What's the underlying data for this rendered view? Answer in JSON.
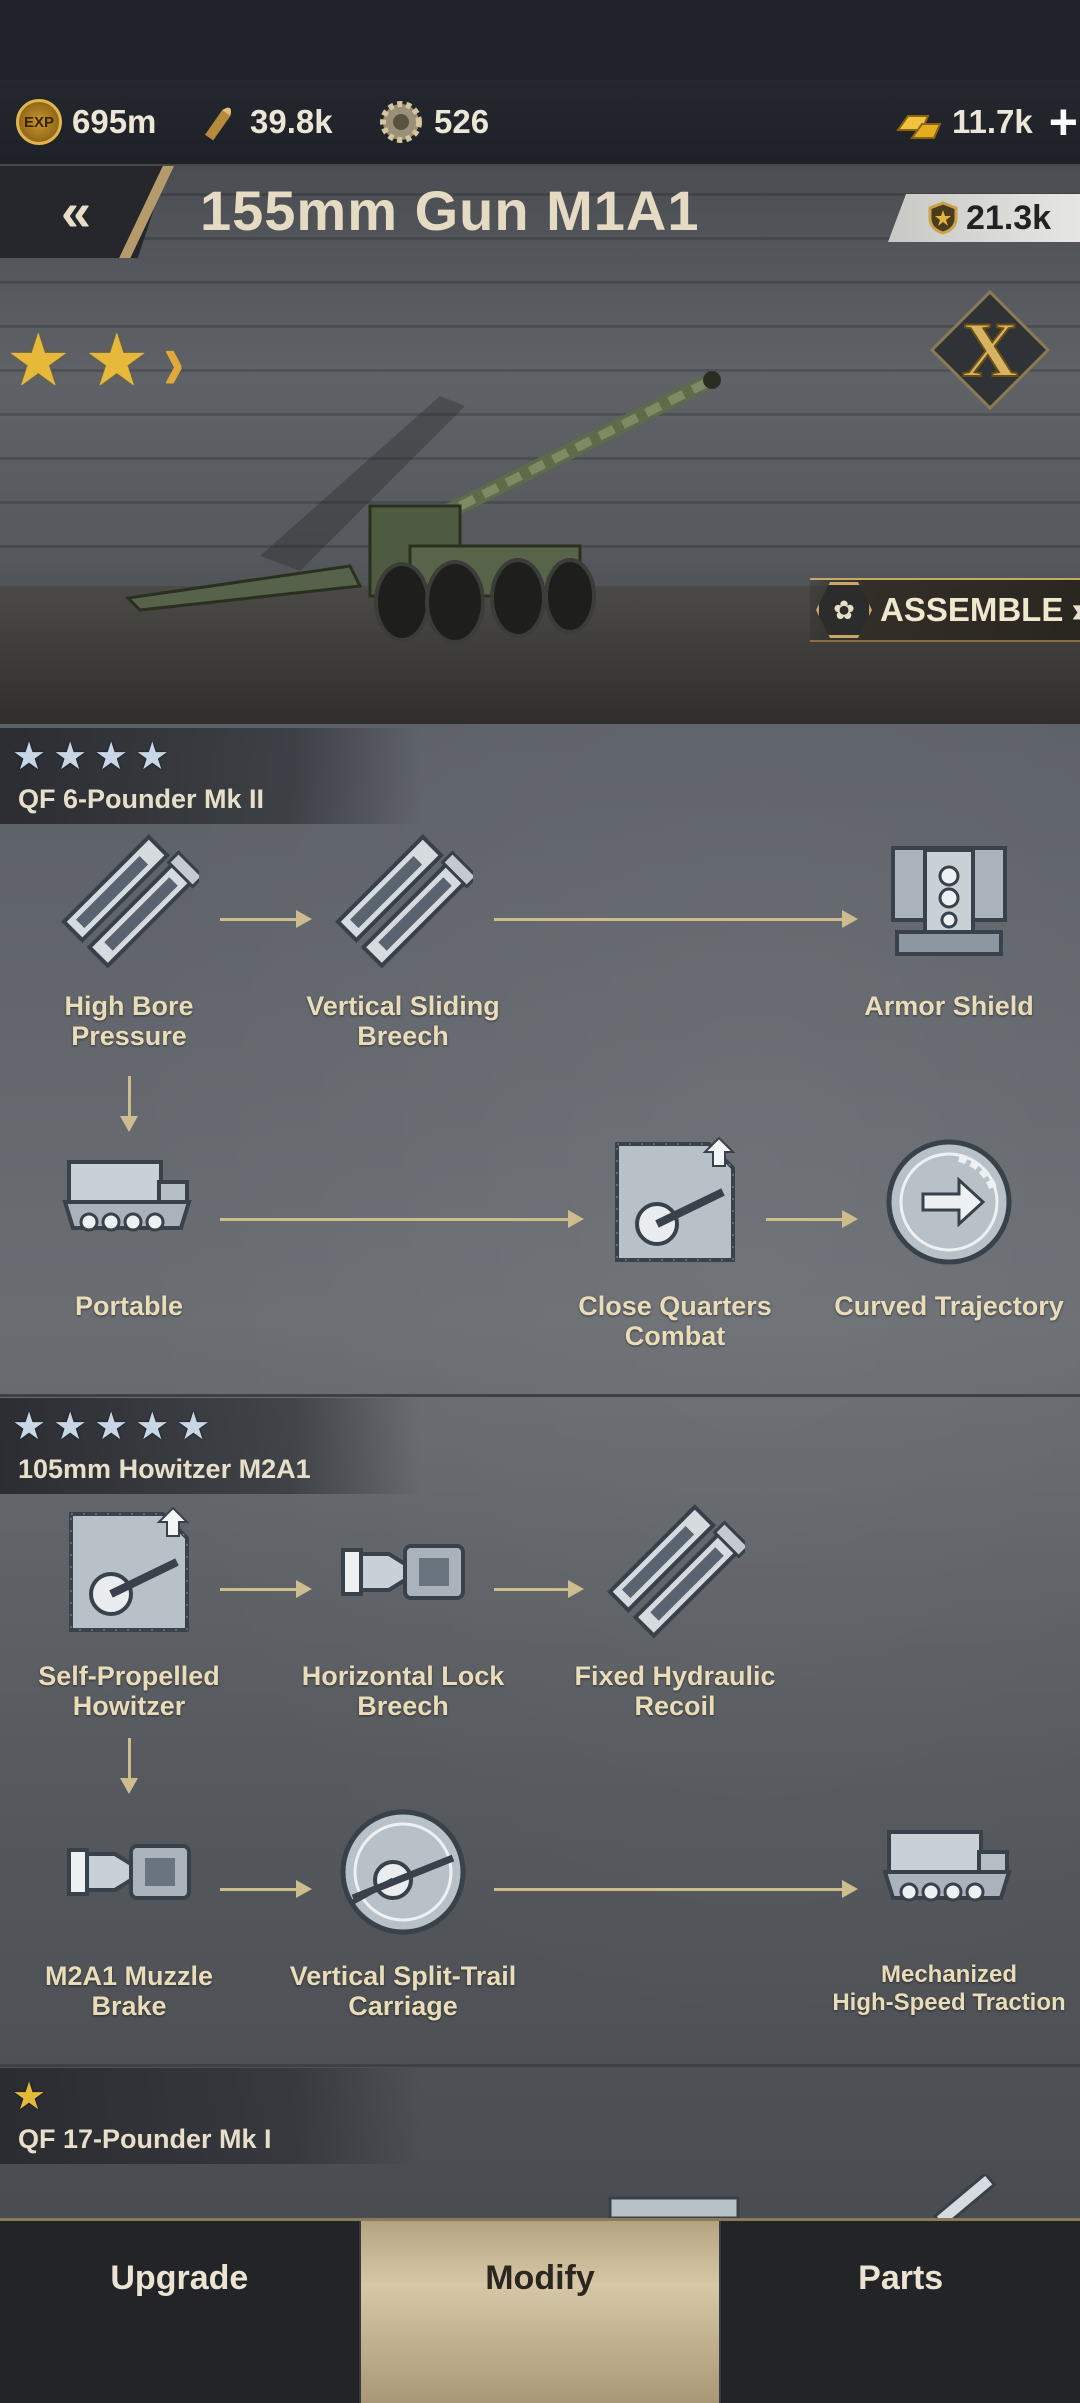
{
  "resources": {
    "exp_icon_text": "EXP",
    "exp_value": "695m",
    "ammo_value": "39.8k",
    "parts_value": "526",
    "gold_value": "11.7k",
    "add_label": "+"
  },
  "header": {
    "back_label": "«",
    "title": "155mm Gun M1A1",
    "power_value": "21.3k",
    "tier_badge": "X",
    "assemble_label": "ASSEMBLE",
    "gold_stars": 2
  },
  "sections": [
    {
      "title": "QF 6-Pounder Mk II",
      "stars": 4,
      "star_color": "silver",
      "nodes": [
        {
          "label_1": "High Bore",
          "label_2": "Pressure",
          "icon": "barrel-parts-icon"
        },
        {
          "label_1": "Vertical Sliding",
          "label_2": "Breech",
          "icon": "barrel-parts-icon"
        },
        {
          "label_1": "Armor Shield",
          "label_2": "",
          "icon": "armor-shield-icon"
        },
        {
          "label_1": "Portable",
          "label_2": "",
          "icon": "tracked-vehicle-icon"
        },
        {
          "label_1": "Close Quarters",
          "label_2": "Combat",
          "icon": "artillery-upgrade-icon"
        },
        {
          "label_1": "Curved Trajectory",
          "label_2": "",
          "icon": "curved-trajectory-icon"
        }
      ]
    },
    {
      "title": "105mm Howitzer M2A1",
      "stars": 5,
      "star_color": "silver",
      "nodes": [
        {
          "label_1": "Self-Propelled",
          "label_2": "Howitzer",
          "icon": "artillery-upgrade-icon"
        },
        {
          "label_1": "Horizontal Lock",
          "label_2": "Breech",
          "icon": "breech-icon"
        },
        {
          "label_1": "Fixed Hydraulic",
          "label_2": "Recoil",
          "icon": "barrel-parts-icon"
        },
        {
          "label_1": "M2A1 Muzzle",
          "label_2": "Brake",
          "icon": "breech-icon"
        },
        {
          "label_1": "Vertical Split-Trail",
          "label_2": "Carriage",
          "icon": "gun-carriage-icon"
        },
        {
          "label_1": "Mechanized",
          "label_2": "High-Speed Traction",
          "icon": "tracked-vehicle-icon"
        }
      ]
    },
    {
      "title": "QF 17-Pounder Mk I",
      "stars": 1,
      "star_color": "gold"
    }
  ],
  "tabs": [
    {
      "label": "Upgrade",
      "active": false
    },
    {
      "label": "Modify",
      "active": true
    },
    {
      "label": "Parts",
      "active": false
    }
  ],
  "colors": {
    "accent_gold": "#e7b93a",
    "label_cream": "#e9dcb9",
    "arrow": "#cdbc8d",
    "active_tab": "#cbbb98"
  }
}
